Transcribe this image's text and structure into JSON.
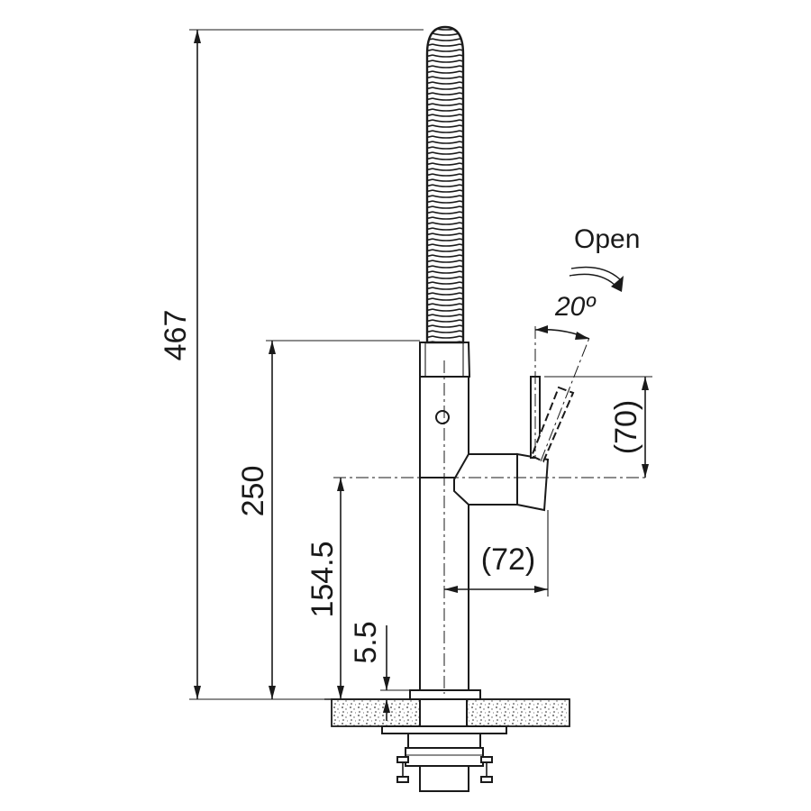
{
  "drawing": {
    "dimensions": {
      "total_height": "467",
      "spout_body_height": "250",
      "handle_axis_height": "154.5",
      "counter_offset": "5.5",
      "handle_reach": "(72)",
      "handle_height": "(70)",
      "lever_angle": "20º"
    },
    "labels": {
      "open": "Open"
    }
  }
}
